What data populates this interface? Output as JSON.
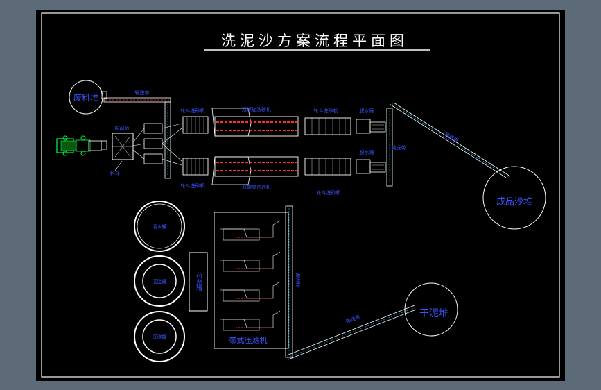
{
  "title": "洗泥沙方案流程平面图",
  "colors": {
    "background": "#5d6a77",
    "sheet": "#000000",
    "frame": "#ffffff",
    "label": "#3b53ff",
    "equipment": "#ffffff",
    "accent": "#ff2d2d",
    "structure": "#00c8ff"
  },
  "labels": {
    "waste_pile": "废料堆",
    "conveyor_top": "输送带",
    "vibrating_screen": "振动筛",
    "hopper": "料斗",
    "wheel_washer_top": "轮斗洗砂机",
    "screw_washer_top": "双螺旋洗砂机",
    "dewatering_top": "脱水筛",
    "wheel_washer_right_top": "轮斗洗砂机",
    "conveyor_mid": "输送带",
    "conveyor_right": "输送带",
    "wheel_washer_bottom": "轮斗洗砂机",
    "screw_washer_bottom": "双螺旋洗砂机",
    "dewatering_bottom": "脱水筛",
    "wheel_washer_right_bottom": "轮斗洗砂机",
    "sand_pile": "成品沙堆",
    "clear_water_tank": "清水罐",
    "sludge_tank_1": "沉淀罐",
    "sludge_tank_2": "沉淀罐",
    "chemical_dosing": "药剂箱",
    "filter_press": "带式压滤机",
    "conveyor_vertical": "输送带",
    "conveyor_diag": "输送带",
    "mud_pile": "干泥堆"
  }
}
